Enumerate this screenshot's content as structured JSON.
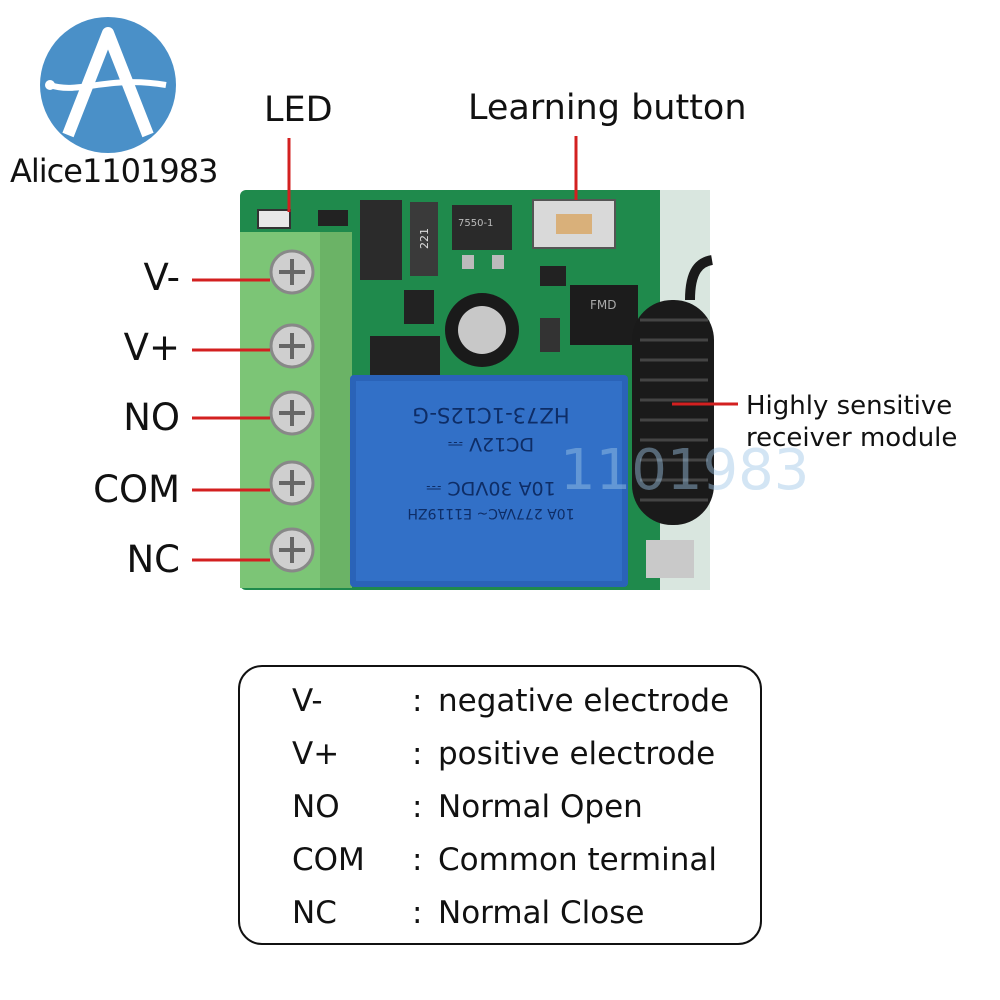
{
  "brand": {
    "text": "Alice1101983",
    "watermark": "1101983",
    "logo_color": "#4a90c8"
  },
  "callouts": {
    "led": "LED",
    "learning_button": "Learning button"
  },
  "side_label": {
    "line1": "Highly sensitive",
    "line2": "receiver module"
  },
  "pins": [
    "V-",
    "V+",
    "NO",
    "COM",
    "NC"
  ],
  "relay": {
    "line1": "10A 277VAC~ E1119ZH",
    "line2": "10A 30VDC ⎓",
    "line3": "DC12V ⎓",
    "model": "HZ73-1C12S-G"
  },
  "chip_texts": {
    "regulator": "7550-1",
    "mcu": "FMD",
    "diode": "221"
  },
  "legend": [
    {
      "term": "V-",
      "sep": ":",
      "desc": "negative electrode"
    },
    {
      "term": "V+",
      "sep": ":",
      "desc": "positive electrode"
    },
    {
      "term": "NO",
      "sep": ":",
      "desc": "Normal Open"
    },
    {
      "term": "COM",
      "sep": ":",
      "desc": "Common terminal"
    },
    {
      "term": "NC",
      "sep": ":",
      "desc": "Normal Close"
    }
  ],
  "colors": {
    "pointer": "#d32020",
    "pcb": "#1f8a4c",
    "terminal": "#7cc576",
    "relay": "#2a63b8"
  }
}
